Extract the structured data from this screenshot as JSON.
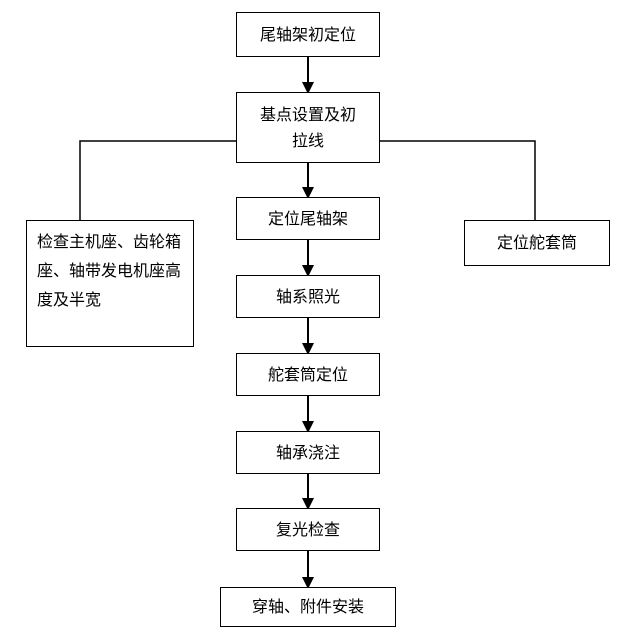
{
  "nodes": {
    "n1": "尾轴架初定位",
    "n2": "基点设置及初拉线",
    "n3": "定位尾轴架",
    "n4": "轴系照光",
    "n5": "舵套筒定位",
    "n6": "轴承浇注",
    "n7": "复光检查",
    "n8": "穿轴、附件安装",
    "left": "检查主机座、齿轮箱座、轴带发电机座高度及半宽",
    "right": "定位舵套筒"
  }
}
